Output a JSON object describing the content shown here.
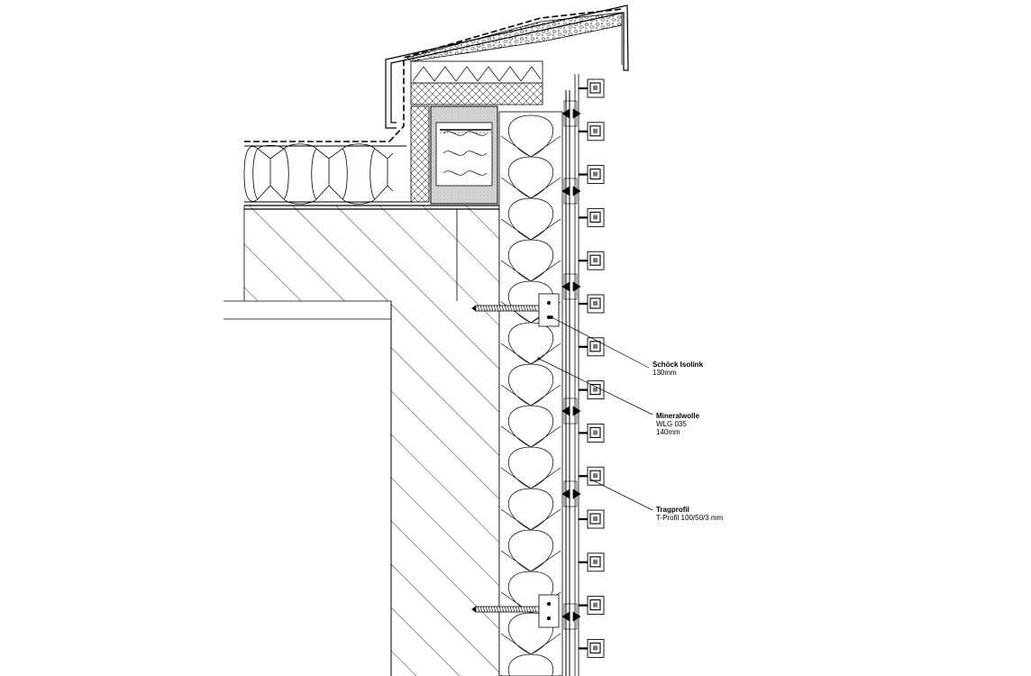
{
  "labels": [
    {
      "title": "Schöck Isolink",
      "lines": [
        "130mm"
      ]
    },
    {
      "title": "Mineralwolle",
      "lines": [
        "WLG 035",
        "140mm"
      ]
    },
    {
      "title": "Tragprofil",
      "lines": [
        "T-Profil 100/50/3 mm"
      ]
    }
  ],
  "colors": {
    "line": "#000000",
    "hatch": "#000000",
    "fill": "#ffffff",
    "gray": "#cfcfcf"
  },
  "elements": [
    "concrete-slab",
    "concrete-wall",
    "roof-insulation",
    "facade-insulation",
    "parapet-timber",
    "parapet-cap",
    "isolink-anchor",
    "support-profile",
    "facade-cladding"
  ]
}
